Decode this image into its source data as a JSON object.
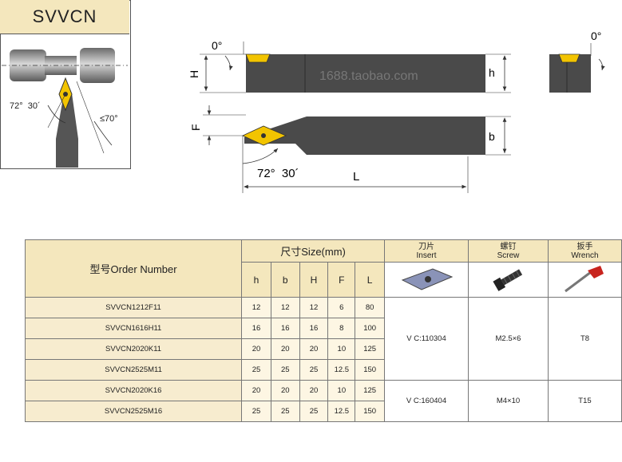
{
  "product": {
    "code": "SVVCN"
  },
  "schematic": {
    "angle_left": "72°",
    "angle_minutes": "30´",
    "angle_max": "≤70°"
  },
  "drawing": {
    "rake_top": "0°",
    "rake_side": "0°",
    "dim_H": "H",
    "dim_F": "F",
    "dim_h": "h",
    "dim_b": "b",
    "dim_L": "L",
    "angle": "72°",
    "angle_minutes": "30´",
    "watermark": "1688.taobao.com"
  },
  "table": {
    "order_header": "型号Order Number",
    "size_header": "尺寸Size(mm)",
    "size_columns": [
      "h",
      "b",
      "H",
      "F",
      "L"
    ],
    "insert_header_cn": "刀片",
    "insert_header_en": "Insert",
    "screw_header_cn": "螺钉",
    "screw_header_en": "Screw",
    "wrench_header_cn": "扳手",
    "wrench_header_en": "Wrench",
    "rows": [
      {
        "order": "SVVCN1212F11",
        "h": "12",
        "b": "12",
        "H": "12",
        "F": "6",
        "L": "80"
      },
      {
        "order": "SVVCN1616H11",
        "h": "16",
        "b": "16",
        "H": "16",
        "F": "8",
        "L": "100"
      },
      {
        "order": "SVVCN2020K11",
        "h": "20",
        "b": "20",
        "H": "20",
        "F": "10",
        "L": "125"
      },
      {
        "order": "SVVCN2525M11",
        "h": "25",
        "b": "25",
        "H": "25",
        "F": "12.5",
        "L": "150"
      },
      {
        "order": "SVVCN2020K16",
        "h": "20",
        "b": "20",
        "H": "20",
        "F": "10",
        "L": "125"
      },
      {
        "order": "SVVCN2525M16",
        "h": "25",
        "b": "25",
        "H": "25",
        "F": "12.5",
        "L": "150"
      }
    ],
    "groups": [
      {
        "insert": "V C:110304",
        "screw": "M2.5×6",
        "wrench": "T8"
      },
      {
        "insert": "V C:160404",
        "screw": "M4×10",
        "wrench": "T15"
      }
    ]
  },
  "colors": {
    "header_bg": "#f4e7bd",
    "tool_body": "#4a4a4a",
    "insert": "#f2c400"
  }
}
